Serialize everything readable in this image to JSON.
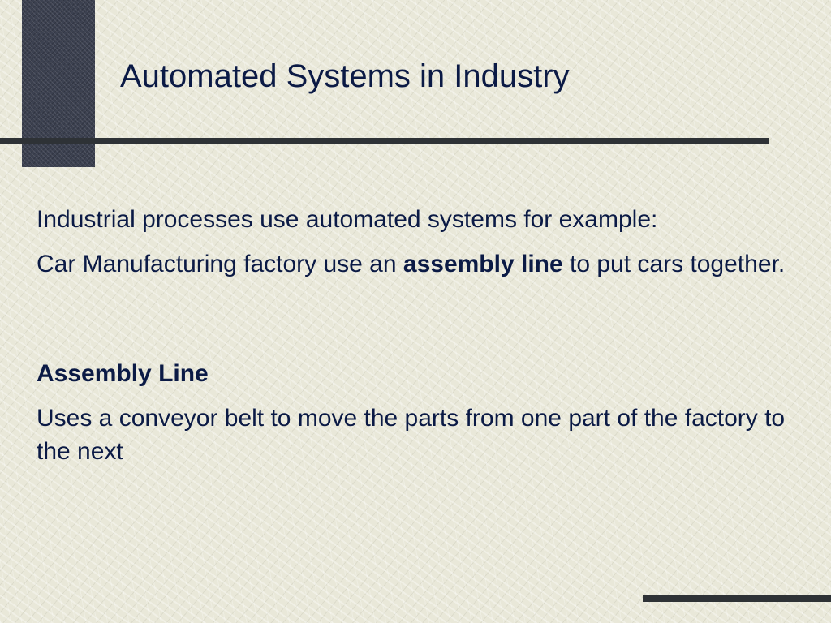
{
  "slide": {
    "title": "Automated Systems in Industry",
    "intro": "Industrial processes use automated systems for example:",
    "car_line": {
      "before": "Car Manufacturing factory use an ",
      "bold": "assembly line",
      "after": " to put cars together."
    },
    "heading": "Assembly Line",
    "description": "Uses a conveyor belt to move the parts from one part of the factory to the next"
  },
  "colors": {
    "background": "#e9e8d9",
    "text": "#0b1a45",
    "accent_block": "#3c4150",
    "rule": "#2e3236"
  }
}
